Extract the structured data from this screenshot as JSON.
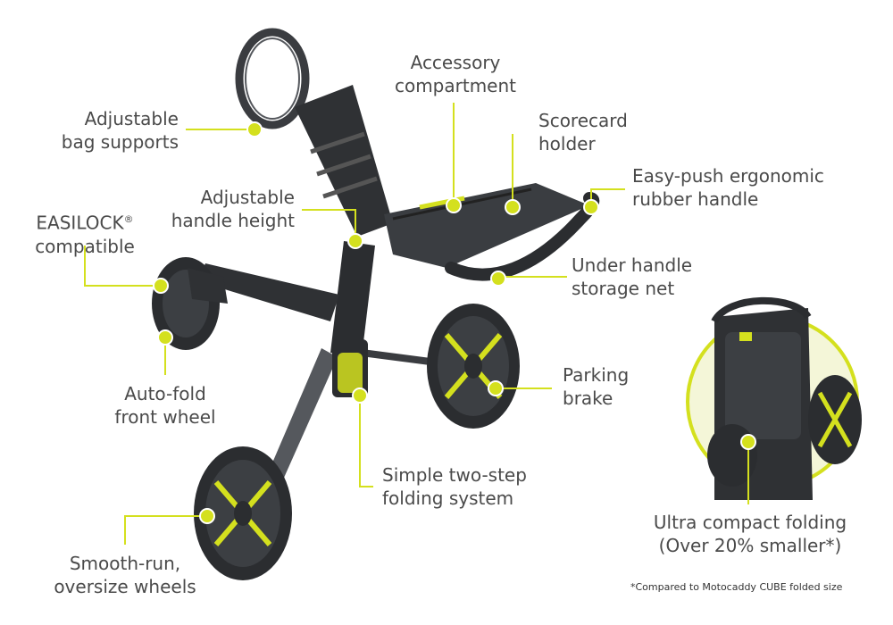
{
  "features": {
    "bag_supports": [
      "Adjustable",
      "bag supports"
    ],
    "accessory": [
      "Accessory",
      "compartment"
    ],
    "scorecard": [
      "Scorecard",
      "holder"
    ],
    "easypush": [
      "Easy-push ergonomic",
      "rubber handle"
    ],
    "handle_height": [
      "Adjustable",
      "handle height"
    ],
    "easilock": [
      "EASILOCK",
      "®",
      "compatible"
    ],
    "under_handle": [
      "Under handle",
      "storage net"
    ],
    "parking": [
      "Parking",
      "brake"
    ],
    "autofold": [
      "Auto-fold",
      "front wheel"
    ],
    "folding": [
      "Simple two-step",
      "folding system"
    ],
    "wheels": [
      "Smooth-run,",
      "oversize wheels"
    ],
    "compact": [
      "Ultra compact folding",
      "(Over 20% smaller*)"
    ]
  },
  "footnote": "*Compared to Motocaddy CUBE folded size",
  "colors": {
    "accent": "#d4e01e",
    "frame": "#2b2d30",
    "frame_mid": "#3c3f43",
    "text": "#4a4a4a"
  }
}
